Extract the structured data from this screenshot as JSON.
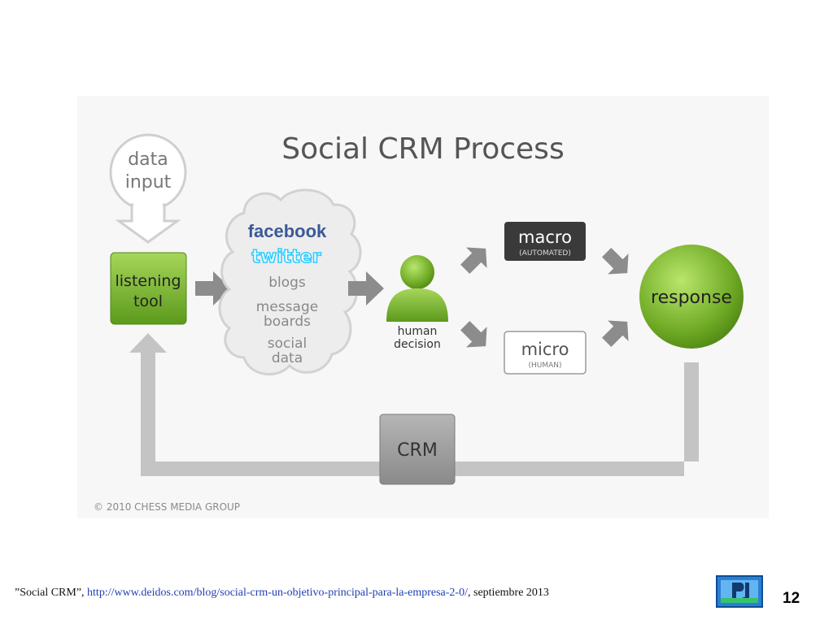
{
  "title": "Social CRM Process",
  "nodes": {
    "data_input": [
      "data",
      "input"
    ],
    "listening_tool": [
      "listening",
      "tool"
    ],
    "sources": {
      "facebook": "facebook",
      "twitter": "twitter",
      "blogs": "blogs",
      "message_boards": [
        "message",
        "boards"
      ],
      "social_data": [
        "social",
        "data"
      ]
    },
    "human_decision": [
      "human",
      "decision"
    ],
    "macro": {
      "label": "macro",
      "sub": "(AUTOMATED)"
    },
    "micro": {
      "label": "micro",
      "sub": "(HUMAN)"
    },
    "response": "response",
    "crm": "CRM"
  },
  "copyright": "© 2010 CHESS MEDIA GROUP",
  "footer": {
    "quote": "”Social CRM”, ",
    "link": "http://www.deidos.com/blog/social-crm-un-objetivo-principal-para-la-empresa-2-0/",
    "suffix": ", septiembre 2013",
    "page_number": "12"
  },
  "colors": {
    "green": "#7db72f",
    "dark_box": "#3a3a3a",
    "gray_arrow": "#8c8c8c",
    "facebook_blue": "#3b5998",
    "twitter_blue": "#33ccff"
  }
}
